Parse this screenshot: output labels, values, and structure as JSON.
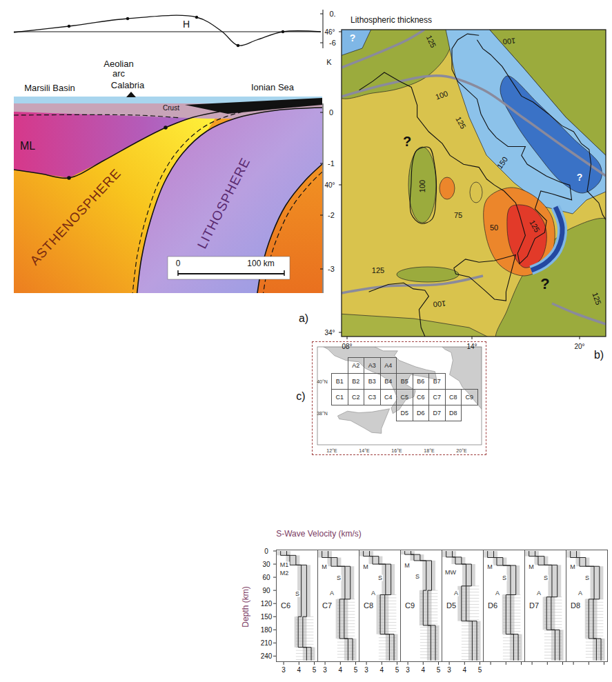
{
  "diagram": {
    "nodes": [
      {
        "text": [
          "40°N",
          "38°N",
          "12°E",
          "14°E",
          "16°E",
          "18°E",
          "20°E"
        ]
      },
      {
        "text": [
          "A2"
        ],
        "in": 0
      },
      {
        "text": [
          "A3"
        ],
        "in": 0
      },
      {
        "text": [
          "A4"
        ],
        "in": 0
      },
      {
        "text": [
          "B1"
        ],
        "in": 0
      },
      {
        "text": [
          "B2"
        ],
        "in": 0
      },
      {
        "text": [
          "B3"
        ],
        "in": 0
      },
      {
        "text": [
          "B4"
        ],
        "in": 0
      },
      {
        "text": [
          "B5"
        ],
        "in": 0
      },
      {
        "text": [
          "B6"
        ],
        "in": 0
      },
      {
        "text": [
          "B7"
        ],
        "in": 0
      },
      {
        "text": [
          "C1"
        ],
        "in": 0
      },
      {
        "text": [
          "C2"
        ],
        "in": 0
      },
      {
        "text": [
          "C3"
        ],
        "in": 0
      },
      {
        "text": [
          "C4"
        ],
        "in": 0
      },
      {
        "text": [
          "C5"
        ],
        "in": 0
      },
      {
        "text": [
          "C6"
        ],
        "in": 0
      },
      {
        "text": [
          "C7"
        ],
        "in": 0
      },
      {
        "text": [
          "C8"
        ],
        "in": 0
      },
      {
        "text": [
          "C9"
        ],
        "in": 0
      },
      {
        "text": [
          "D5"
        ],
        "in": 0
      },
      {
        "text": [
          "D6"
        ],
        "in": 0
      },
      {
        "text": [
          "D7"
        ],
        "in": 0
      },
      {
        "text": [
          "D8"
        ],
        "in": 0
      },
      {
        "text": [
          "C6",
          "M1",
          "M2",
          "S"
        ]
      },
      {
        "text": [
          "C7",
          "M",
          "S",
          "A"
        ]
      },
      {
        "text": [
          "C8",
          "M",
          "S",
          "A"
        ]
      },
      {
        "text": [
          "C9",
          "M",
          "S"
        ]
      },
      {
        "text": [
          "D5",
          "MW",
          "A"
        ]
      },
      {
        "text": [
          "D6",
          "M",
          "S",
          "A"
        ]
      },
      {
        "text": [
          "D7",
          "M",
          "S",
          "A"
        ]
      },
      {
        "text": [
          "D8",
          "M",
          "S",
          "A"
        ]
      }
    ],
    "labels": [
      "H",
      "0.",
      "-6",
      "K",
      "Aeolian arc",
      "Marsili Basin",
      "Calabria",
      "Crust",
      "Ionian Sea",
      "0",
      "ML",
      "-1",
      "ASTHENOSPHERE",
      "LITHOSPHERE",
      "-2",
      "0",
      "100 km",
      "-3",
      "a)",
      "Lithospheric thickness",
      "46°",
      "?",
      "125",
      "100",
      "100",
      "125",
      "150",
      "?",
      "?",
      "100",
      "40°",
      "75",
      "50",
      "125",
      "?",
      "125",
      "125",
      "100",
      "34°",
      "08°",
      "14°",
      "20°",
      "b)",
      "c)",
      "S-Wave Velocity (km/s)",
      "Depth (km)",
      "0",
      "30",
      "60",
      "90",
      "120",
      "150",
      "180",
      "210",
      "240",
      "3",
      "4",
      "5",
      "3",
      "4",
      "5",
      "3",
      "4",
      "5",
      "3",
      "4",
      "5",
      "3",
      "4",
      "5"
    ]
  }
}
